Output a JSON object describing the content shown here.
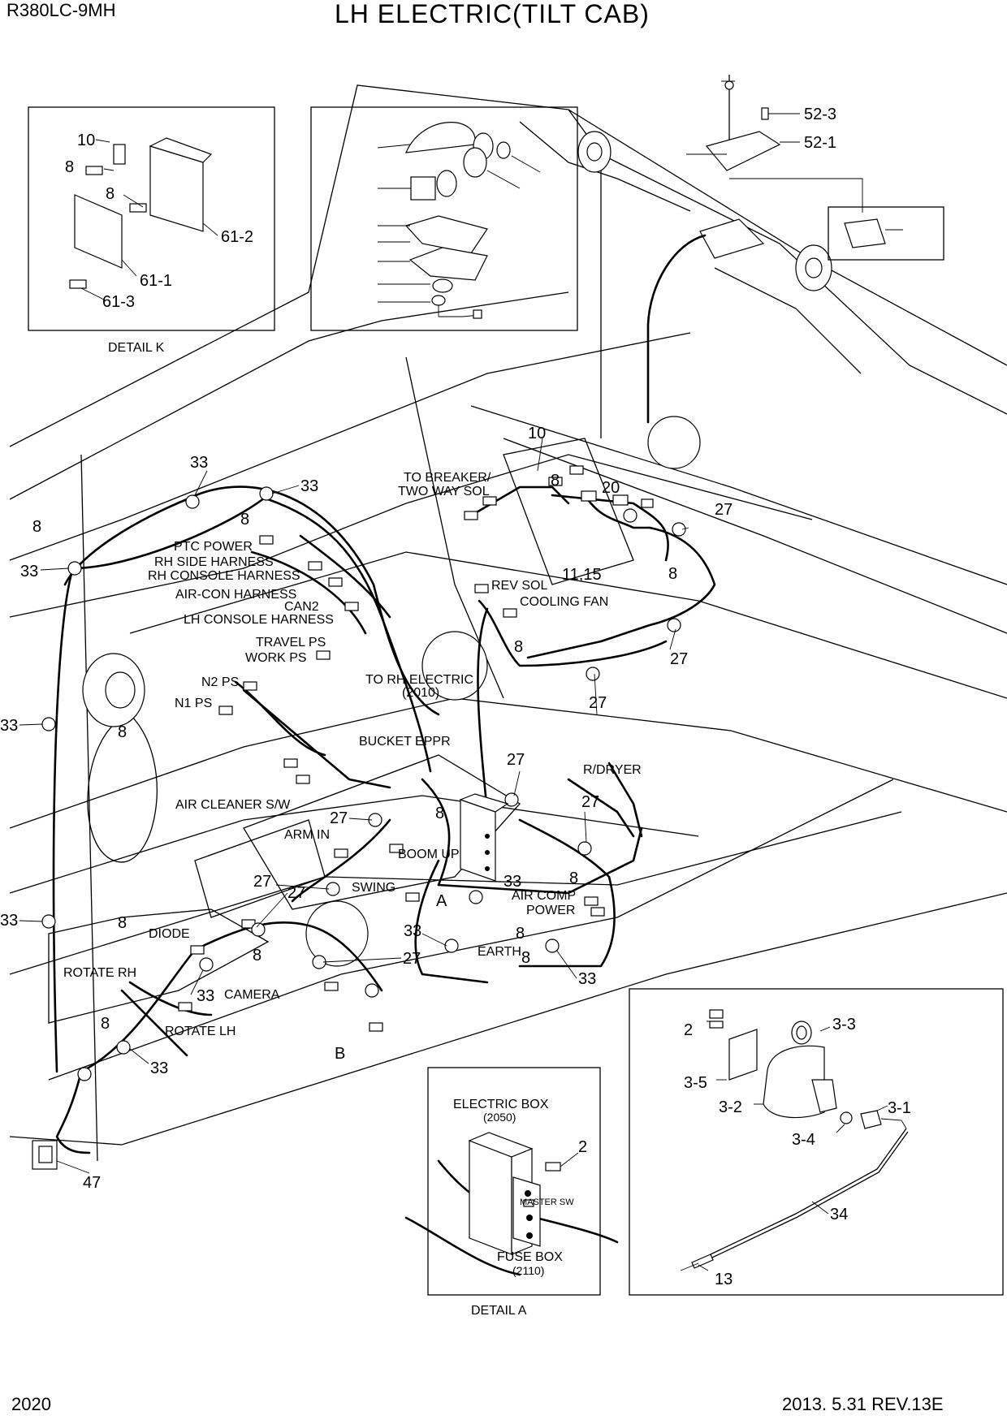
{
  "header": {
    "model": "R380LC-9MH",
    "title": "LH ELECTRIC(TILT CAB)"
  },
  "footer": {
    "page_number": "2020",
    "revision": "2013. 5.31  REV.13E"
  },
  "detail_k": {
    "caption": "DETAIL K",
    "callouts": [
      "10",
      "8",
      "8",
      "61-2",
      "61-1",
      "61-3"
    ]
  },
  "detail_a": {
    "caption": "DETAIL A",
    "electric_box": "ELECTRIC BOX",
    "electric_box_code": "(2050)",
    "master_sw": "MASTER SW",
    "fuse_box": "FUSE BOX",
    "fuse_box_code": "(2110)",
    "callout_2": "2"
  },
  "tank_detail": {
    "callouts": [
      "2",
      "3-3",
      "3-5",
      "3-2",
      "3-1",
      "3-4",
      "34",
      "13"
    ]
  },
  "top_callouts": {
    "c52_3": "52-3",
    "c52_1": "52-1"
  },
  "harness_labels": {
    "ptc_power": "PTC POWER",
    "rh_side_harness": "RH SIDE HARNESS",
    "rh_console_harness": "RH CONSOLE HARNESS",
    "air_con_harness": "AIR-CON HARNESS",
    "can2": "CAN2",
    "lh_console_harness": "LH CONSOLE HARNESS",
    "to_breaker": "TO BREAKER/",
    "two_way_sol": "TWO WAY SOL",
    "rev_sol": "REV SOL",
    "cooling_fan": "COOLING FAN",
    "travel_ps": "TRAVEL PS",
    "work_ps": "WORK PS",
    "n2_ps": "N2 PS",
    "n1_ps": "N1 PS",
    "to_rh_electric": "TO RH ELECTRIC",
    "to_rh_electric_code": "(2010)",
    "bucket_eppr": "BUCKET EPPR",
    "r_dryer": "R/DRYER",
    "air_cleaner_sw": "AIR CLEANER S/W",
    "arm_in": "ARM IN",
    "boom_up": "BOOM UP",
    "swing": "SWING",
    "air_comp": "AIR COMP",
    "power": "POWER",
    "diode": "DIODE",
    "earth": "EARTH",
    "rotate_rh": "ROTATE RH",
    "camera": "CAMERA",
    "rotate_lh": "ROTATE LH",
    "point_a": "A",
    "point_b": "B"
  },
  "callouts": {
    "n33": "33",
    "n8": "8",
    "n10": "10",
    "n20": "20",
    "n27": "27",
    "n11_15": "11,15",
    "n47": "47"
  }
}
